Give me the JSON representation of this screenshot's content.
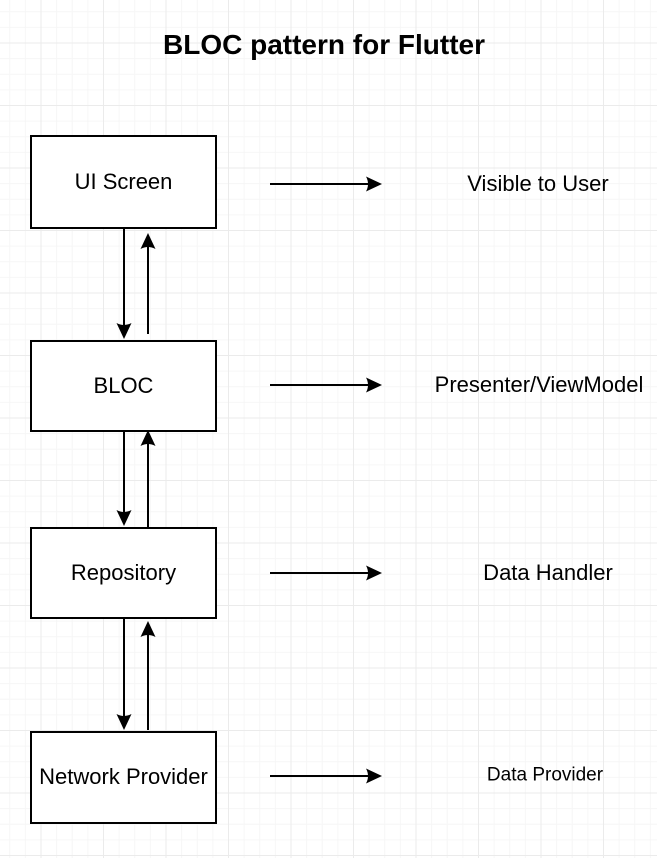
{
  "title": "BLOC pattern for Flutter",
  "colors": {
    "line": "#000000",
    "box_fill": "#ffffff",
    "background": "#ffffff",
    "grid_minor": "#f6f6f6",
    "grid_major": "#ebebeb",
    "text": "#000000"
  },
  "nodes": [
    {
      "label": "UI Screen",
      "annotation": "Visible to User"
    },
    {
      "label": "BLOC",
      "annotation": "Presenter/ViewModel"
    },
    {
      "label": "Repository",
      "annotation": "Data Handler"
    },
    {
      "label": "Network Provider",
      "annotation": "Data Provider"
    }
  ]
}
